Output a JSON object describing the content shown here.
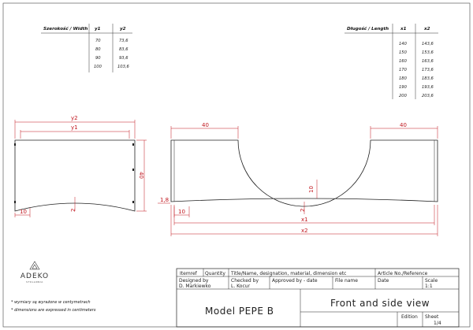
{
  "width_table": {
    "header": [
      "Szerokość / Width",
      "y1",
      "y2"
    ],
    "rows": [
      [
        "70",
        "73,6"
      ],
      [
        "80",
        "83,6"
      ],
      [
        "90",
        "93,6"
      ],
      [
        "100",
        "103,6"
      ]
    ]
  },
  "length_table": {
    "header": [
      "Długość / Length",
      "x1",
      "x2"
    ],
    "rows": [
      [
        "140",
        "143,6"
      ],
      [
        "150",
        "153,6"
      ],
      [
        "160",
        "163,6"
      ],
      [
        "170",
        "173,6"
      ],
      [
        "180",
        "183,6"
      ],
      [
        "190",
        "193,6"
      ],
      [
        "200",
        "203,6"
      ]
    ]
  },
  "side_view": {
    "y2": "y2",
    "y1": "y1",
    "height": "40",
    "bottom_offset": "10",
    "arc_depth": "2"
  },
  "front_view": {
    "left_cut": "40",
    "right_cut": "40",
    "x1": "x1",
    "x2": "x2",
    "step": "1,8",
    "left_offset": "10",
    "center_h": "10",
    "arc_depth": "2"
  },
  "logo": {
    "name": "ADEKO",
    "sub": "STOLARNIA"
  },
  "notes": [
    "* wymiary są wyrażone w centymetrach",
    "* dimensions are expressed in centimeters"
  ],
  "title_block": {
    "itemref": "Itemref",
    "quantity": "Quantity",
    "title_label": "Title/Name, designation, material, dimension etc",
    "article_label": "Article No./Reference",
    "designed_by_label": "Designed by",
    "designed_by": "D. Markiewko",
    "checked_by_label": "Checked by",
    "checked_by": "L. Kocur",
    "approved_label": "Approved by - date",
    "file_label": "File name",
    "date_label": "Date",
    "scale_label": "Scale",
    "scale_value": "1:1",
    "model": "Model PEPE B",
    "view_title": "Front and side view",
    "edition_label": "Edition",
    "sheet_label": "Sheet",
    "sheet_value": "1/4"
  },
  "colors": {
    "dimension": "#c0141c",
    "line": "#222222"
  }
}
